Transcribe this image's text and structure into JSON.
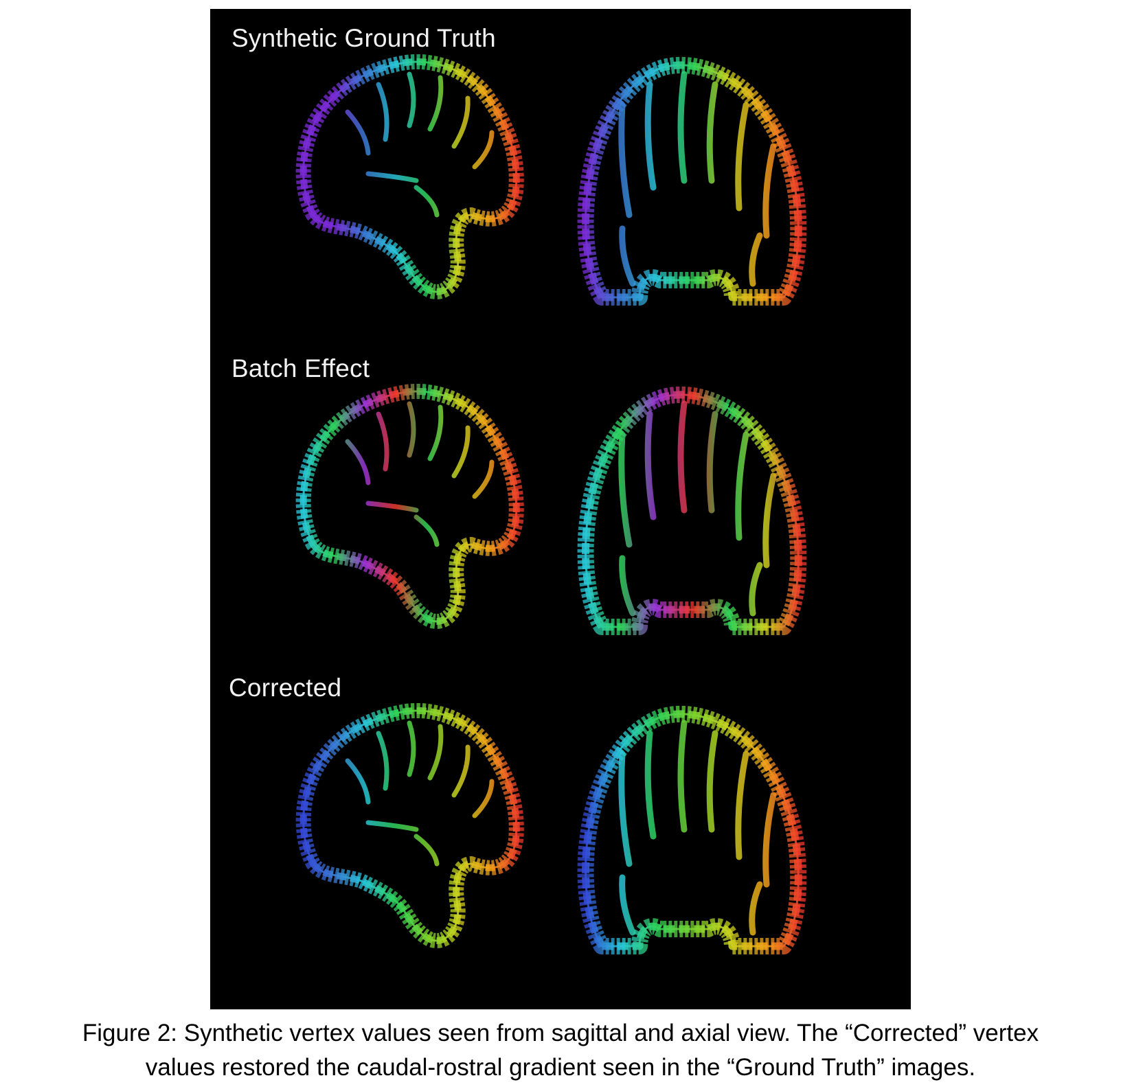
{
  "figure": {
    "rows": [
      {
        "label": "Synthetic Ground Truth",
        "sagittal_colors": [
          "#7a2bd6",
          "#7a2bd6",
          "#3a7bd5",
          "#29c6d8",
          "#2fd35a",
          "#c9d31f",
          "#f0a21a",
          "#ef3a2c"
        ],
        "axial_colors": [
          "#7a2bd6",
          "#3a7bd5",
          "#29c6d8",
          "#2fd35a",
          "#c9d31f",
          "#f0a21a",
          "#ef3a2c"
        ]
      },
      {
        "label": "Batch Effect",
        "sagittal_colors": [
          "#29c6d8",
          "#2fd35a",
          "#9b33d8",
          "#ef3a2c",
          "#2fd35a",
          "#c9d31f",
          "#f0a21a",
          "#ef3a2c"
        ],
        "axial_colors": [
          "#29c6d8",
          "#2fd35a",
          "#9b33d8",
          "#ef3a2c",
          "#2fd35a",
          "#c9d31f",
          "#ef3a2c"
        ]
      },
      {
        "label": "Corrected",
        "sagittal_colors": [
          "#3548d8",
          "#3a7bd5",
          "#29c6d8",
          "#2fd35a",
          "#7ad32f",
          "#c9d31f",
          "#f0a21a",
          "#ef3a2c"
        ],
        "axial_colors": [
          "#3548d8",
          "#29c6d8",
          "#2fd35a",
          "#7ad32f",
          "#c9d31f",
          "#f0a21a",
          "#ef3a2c"
        ]
      }
    ],
    "caption_lines": [
      "Figure 2: Synthetic vertex values seen from sagittal and axial view. The “Corrected” vertex",
      "values restored the caudal-rostral gradient seen in the “Ground Truth” images."
    ]
  }
}
